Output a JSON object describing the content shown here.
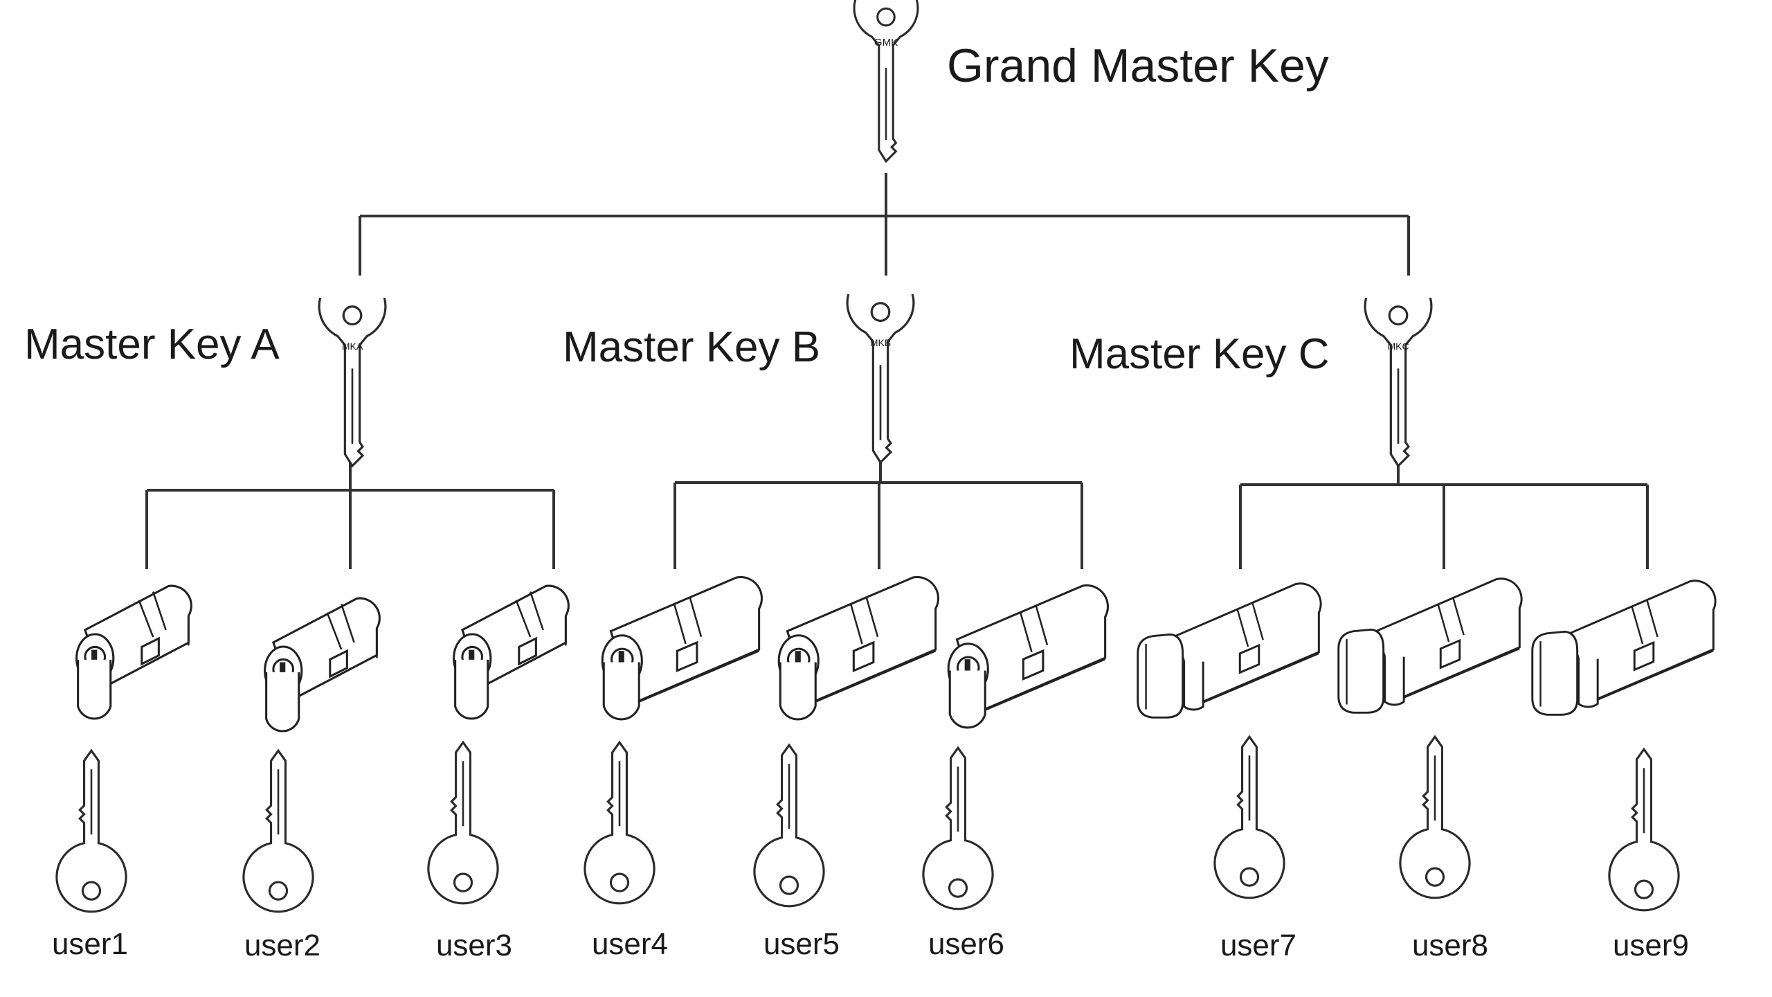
{
  "grand_master": {
    "label": "Grand Master Key",
    "code": "GMK"
  },
  "masters": [
    {
      "label": "Master Key A",
      "code": "MKA"
    },
    {
      "label": "Master Key B",
      "code": "MKB"
    },
    {
      "label": "Master Key C",
      "code": "MKC"
    }
  ],
  "users": [
    {
      "label": "user1",
      "lock": "single"
    },
    {
      "label": "user2",
      "lock": "single"
    },
    {
      "label": "user3",
      "lock": "single"
    },
    {
      "label": "user4",
      "lock": "double"
    },
    {
      "label": "user5",
      "lock": "double"
    },
    {
      "label": "user6",
      "lock": "double"
    },
    {
      "label": "user7",
      "lock": "thumbturn"
    },
    {
      "label": "user8",
      "lock": "thumbturn"
    },
    {
      "label": "user9",
      "lock": "thumbturn"
    }
  ],
  "colors": {
    "line": "#333333",
    "text": "#1a1a1a",
    "background": "#ffffff"
  }
}
